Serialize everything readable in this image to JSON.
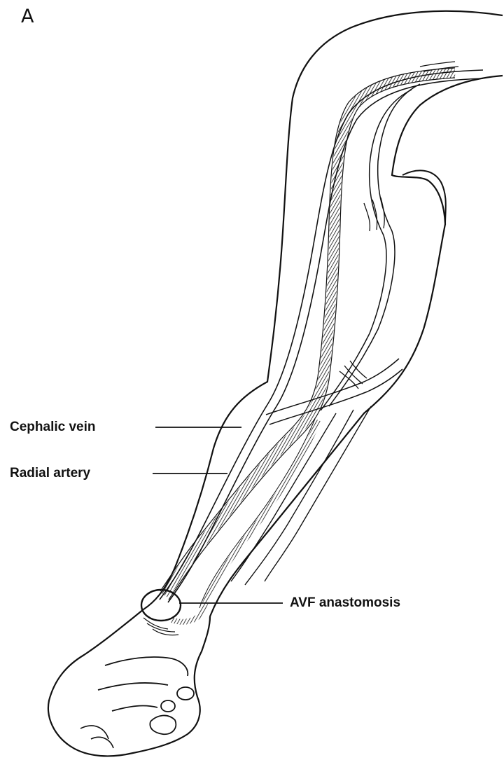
{
  "panel_letter": "A",
  "labels": {
    "cephalic_vein": "Cephalic vein",
    "radial_artery": "Radial artery",
    "avf_anastomosis": "AVF anastomosis"
  },
  "colors": {
    "line": "#111111",
    "background": "#ffffff"
  }
}
